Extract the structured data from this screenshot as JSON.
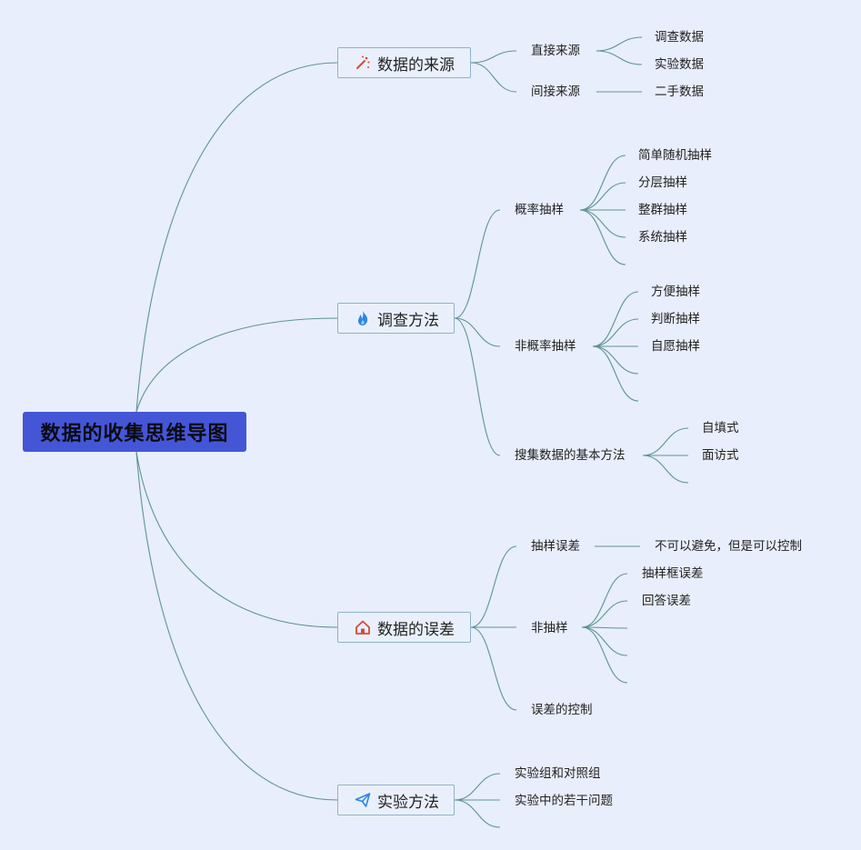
{
  "root": {
    "title": "数据的收集思维导图"
  },
  "branches": [
    {
      "title": "数据的来源",
      "icon": "magic-wand-icon",
      "children": [
        {
          "label": "直接来源",
          "children": [
            "调查数据",
            "实验数据"
          ]
        },
        {
          "label": "间接来源",
          "children": [
            "二手数据"
          ]
        }
      ]
    },
    {
      "title": "调查方法",
      "icon": "flame-icon",
      "children": [
        {
          "label": "概率抽样",
          "children": [
            "简单随机抽样",
            "分层抽样",
            "整群抽样",
            "系统抽样"
          ]
        },
        {
          "label": "非概率抽样",
          "children": [
            "方便抽样",
            "判断抽样",
            "自愿抽样"
          ]
        },
        {
          "label": "搜集数据的基本方法",
          "children": [
            "自填式",
            "面访式"
          ]
        }
      ]
    },
    {
      "title": "数据的误差",
      "icon": "home-icon",
      "children": [
        {
          "label": "抽样误差",
          "children": [
            "不可以避免，但是可以控制"
          ]
        },
        {
          "label": "非抽样",
          "children": [
            "抽样框误差",
            "回答误差"
          ]
        },
        {
          "label": "误差的控制",
          "children": []
        }
      ]
    },
    {
      "title": "实验方法",
      "icon": "paper-plane-icon",
      "children": [
        {
          "label": "实验组和对照组",
          "children": []
        },
        {
          "label": "实验中的若干问题",
          "children": []
        }
      ]
    }
  ],
  "colors": {
    "background": "#e8eefb",
    "root_fill": "#4456d6",
    "branch_border": "#8fb3c2",
    "edge": "#5e9496",
    "icon_red": "#d64a3a",
    "icon_blue": "#2e86e6"
  }
}
